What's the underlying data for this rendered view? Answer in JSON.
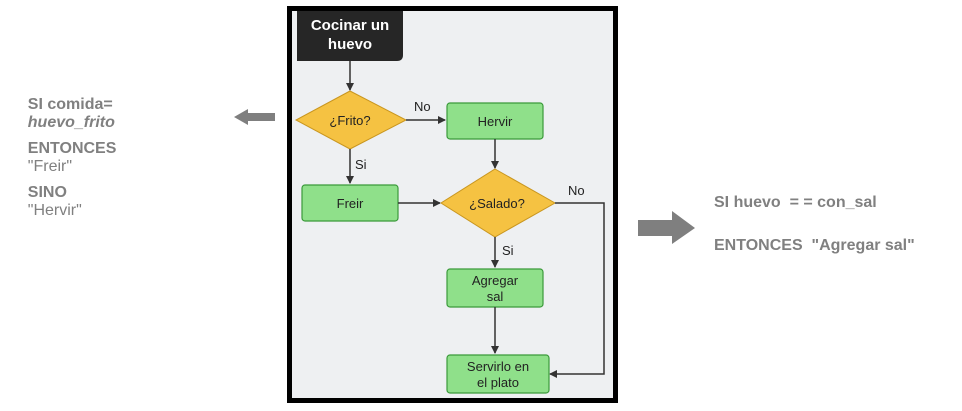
{
  "left_rule": {
    "if_keyword": "SI comida=",
    "if_value": "huevo_frito",
    "then_keyword": "ENTONCES",
    "then_value": "\"Freir\"",
    "else_keyword": "SINO",
    "else_value": "\"Hervir\""
  },
  "right_rule": {
    "if_text": "SI huevo  = = con_sal",
    "then_text": "ENTONCES  \"Agregar sal\""
  },
  "flowchart": {
    "start_line1": "Cocinar un",
    "start_line2": "huevo",
    "decision_fried": "¿Frito?",
    "label_no_1": "No",
    "label_si_1": "Si",
    "process_boil": "Hervir",
    "process_fry": "Freir",
    "decision_salted": "¿Salado?",
    "label_no_2": "No",
    "label_si_2": "Si",
    "process_salt_line1": "Agregar",
    "process_salt_line2": "sal",
    "process_serve_line1": "Servirlo en",
    "process_serve_line2": "el plato"
  },
  "colors": {
    "text_gray": "#808080",
    "arrow_gray": "#7f7f7f",
    "decision_fill": "#f5c242",
    "process_fill": "#8fe08a",
    "process_stroke": "#3a9a3a",
    "start_fill": "#262626",
    "diagram_bg": "#eef0f2"
  },
  "icons": {
    "left_arrow": "arrow-left-icon",
    "right_arrow": "arrow-right-icon"
  }
}
